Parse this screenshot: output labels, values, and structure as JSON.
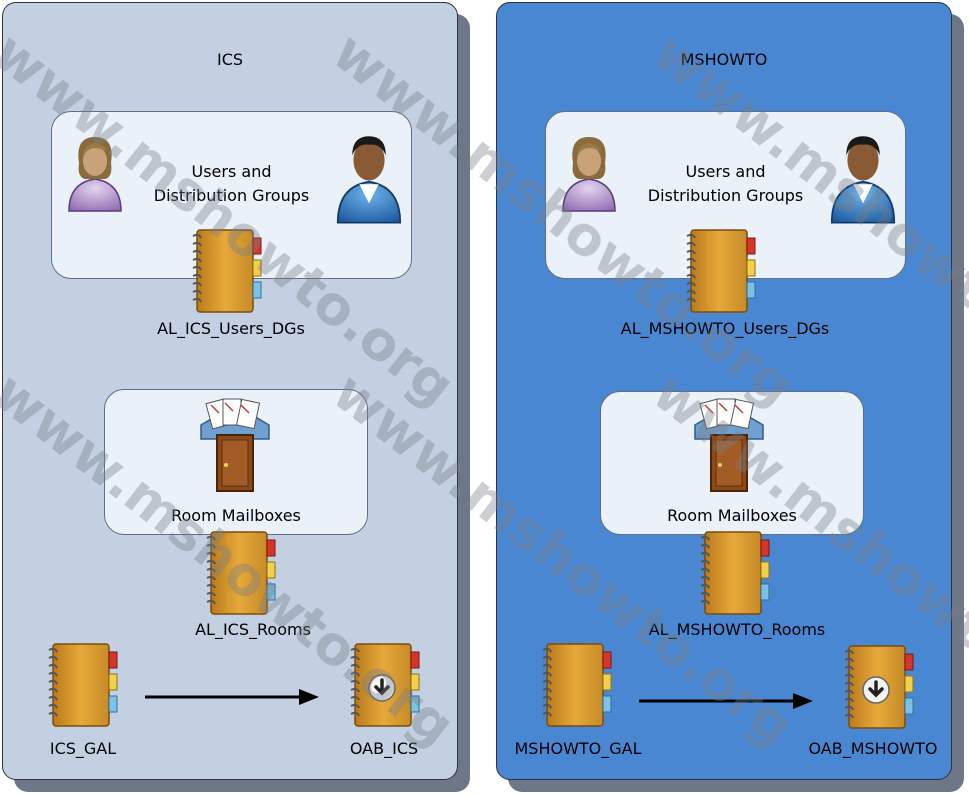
{
  "left": {
    "title": "ICS",
    "users_label_1": "Users and",
    "users_label_2": "Distribution Groups",
    "users_list": "AL_ICS_Users_DGs",
    "rooms_label": "Room Mailboxes",
    "rooms_list": "AL_ICS_Rooms",
    "gal": "ICS_GAL",
    "oab": "OAB_ICS"
  },
  "right": {
    "title": "MSHOWTO",
    "users_label_1": "Users and",
    "users_label_2": "Distribution Groups",
    "users_list": "AL_MSHOWTO_Users_DGs",
    "rooms_label": "Room Mailboxes",
    "rooms_list": "AL_MSHOWTO_Rooms",
    "gal": "MSHOWTO_GAL",
    "oab": "OAB_MSHOWTO"
  },
  "watermark": "www.mshowto.org",
  "colors": {
    "left_panel": "#c2d0e2",
    "right_panel": "#4a87d3",
    "group_box": "#ebf1f9"
  }
}
